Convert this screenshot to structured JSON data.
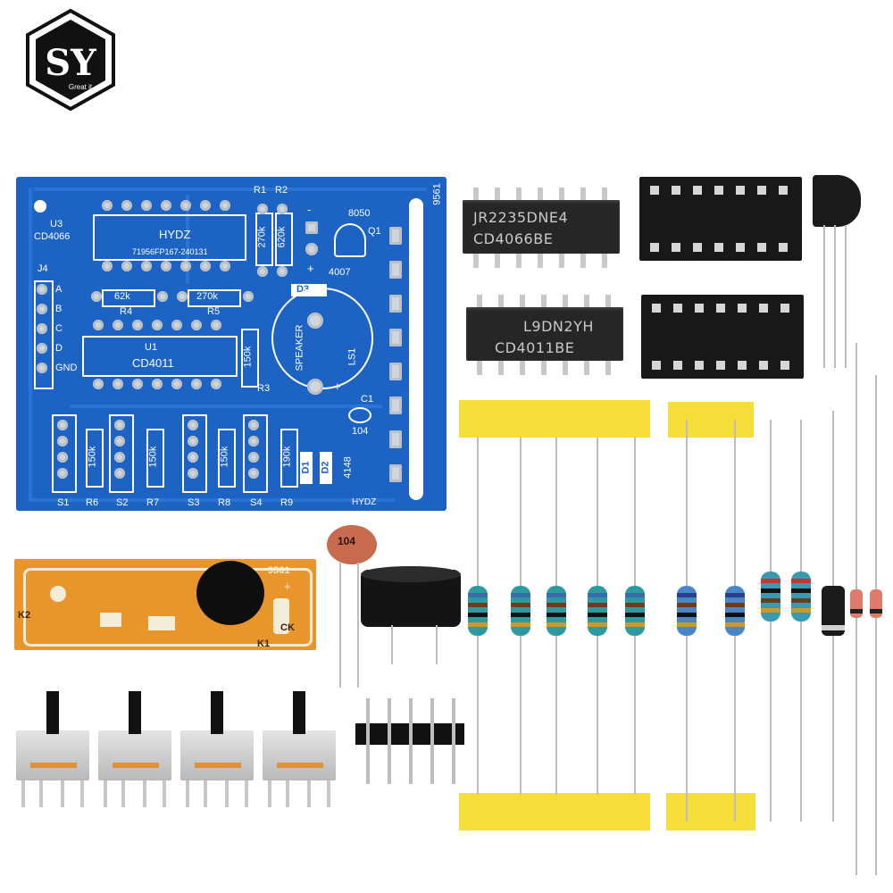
{
  "logo": {
    "letters": "SY",
    "tagline": "Great it"
  },
  "pcb": {
    "chip_u3_ref": "U3",
    "chip_u3_name": "CD4066",
    "chip_u3_label": "HYDZ",
    "chip_u3_code": "71956FP167-240131",
    "r1": "R1",
    "r2": "R2",
    "r1_value": "270k",
    "r2_value": "620k",
    "minus": "-",
    "plus": "+",
    "q1_name": "8050",
    "q1_ref": "Q1",
    "d3_name": "4007",
    "d3_ref": "D3",
    "board_code": "9561",
    "j4": "J4",
    "pins": [
      "A",
      "B",
      "C",
      "D",
      "GND"
    ],
    "r4_value": "62k",
    "r4_ref": "R4",
    "r5_value": "270k",
    "r5_ref": "R5",
    "u1_ref": "U1",
    "u1_name": "CD4011",
    "r3_value": "150k",
    "r3_ref": "R3",
    "speaker": "SPEAKER",
    "ls1": "LS1",
    "c1_ref": "C1",
    "c1_value": "104",
    "d_value": "4148",
    "d1_ref": "D1",
    "d2_ref": "D2",
    "r6_value": "150k",
    "r7_value": "150k",
    "r8_value": "150k",
    "r9_value": "190k",
    "bottom_labels": [
      "S1",
      "R6",
      "S2",
      "R7",
      "S3",
      "R8",
      "S4",
      "R9"
    ],
    "maker": "HYDZ"
  },
  "ic1": {
    "line1": "JR2235DNE4",
    "line2": "CD4066BE"
  },
  "ic2": {
    "line1": "L9DN2YH",
    "line2": "CD4011BE"
  },
  "capacitor": {
    "value": "104"
  },
  "sound_module": {
    "code": "9561",
    "plus": "+",
    "k2": "K2",
    "k1": "K1",
    "ck": "CK"
  },
  "colors": {
    "pcb": "#1d63c4",
    "ic": "#262626",
    "tape": "#f7dd3a",
    "module": "#e8962c"
  }
}
